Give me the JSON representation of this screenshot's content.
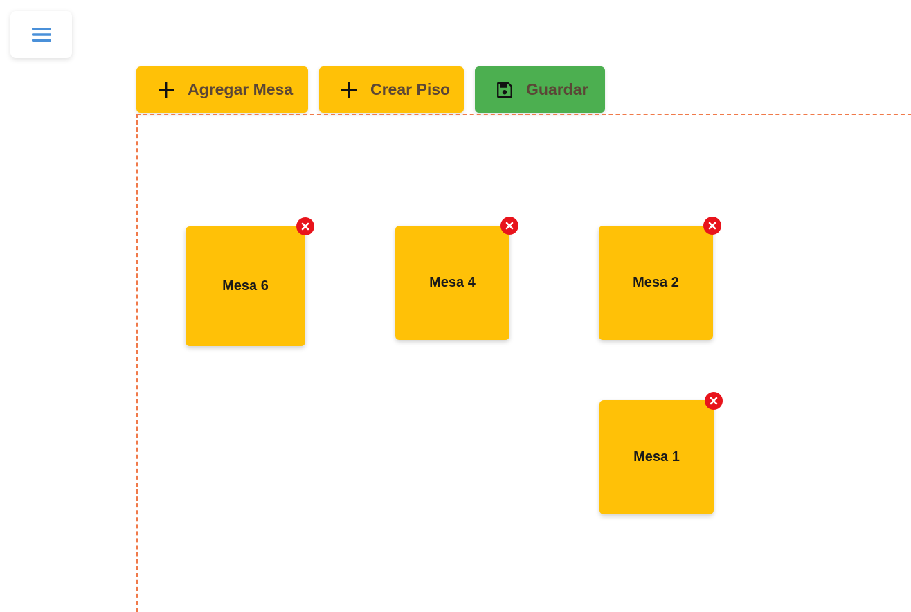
{
  "menu": {
    "icon": "hamburger-menu-icon",
    "color": "#4a90d9"
  },
  "toolbar": {
    "add_table": {
      "label": "Agregar Mesa",
      "icon": "plus-icon",
      "color": "#ffc107"
    },
    "create_floor": {
      "label": "Crear Piso",
      "icon": "plus-icon",
      "color": "#ffc107"
    },
    "save": {
      "label": "Guardar",
      "icon": "floppy-disk-icon",
      "color": "#4caf50"
    }
  },
  "floor": {
    "border_color": "#f07a4a",
    "tables": [
      {
        "label": "Mesa 6",
        "delete_icon": "close-circle-icon"
      },
      {
        "label": "Mesa 4",
        "delete_icon": "close-circle-icon"
      },
      {
        "label": "Mesa 2",
        "delete_icon": "close-circle-icon"
      },
      {
        "label": "Mesa 1",
        "delete_icon": "close-circle-icon"
      }
    ]
  }
}
